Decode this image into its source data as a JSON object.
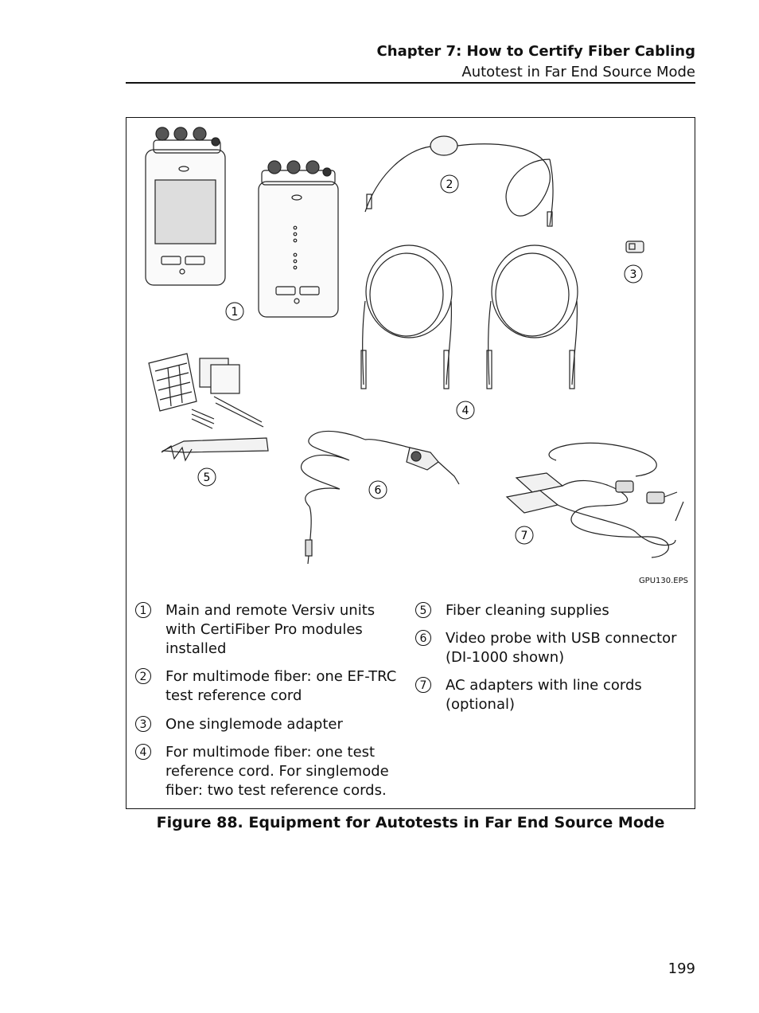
{
  "header": {
    "chapter": "Chapter 7: How to Certify Fiber Cabling",
    "section": "Autotest in Far End Source Mode"
  },
  "figure": {
    "file_label": "GPU130.EPS",
    "callouts": [
      "1",
      "2",
      "3",
      "4",
      "5",
      "6",
      "7"
    ],
    "legend": [
      {
        "num": "1",
        "lines": [
          "Main and remote Versiv units",
          "with CertiFiber Pro modules",
          "installed"
        ]
      },
      {
        "num": "2",
        "lines": [
          "For multimode fiber: one EF-TRC",
          "test reference cord"
        ]
      },
      {
        "num": "3",
        "lines": [
          "One singlemode adapter"
        ]
      },
      {
        "num": "4",
        "lines": [
          "For multimode fiber: one test",
          "reference cord. For singlemode",
          "fiber: two test reference cords."
        ]
      },
      {
        "num": "5",
        "lines": [
          "Fiber cleaning supplies"
        ]
      },
      {
        "num": "6",
        "lines": [
          "Video probe with USB connector",
          "(DI-1000 shown)"
        ]
      },
      {
        "num": "7",
        "lines": [
          "AC adapters with line cords",
          "(optional)"
        ]
      }
    ],
    "caption": "Figure 88. Equipment for Autotests in Far End Source Mode"
  },
  "page_number": "199"
}
